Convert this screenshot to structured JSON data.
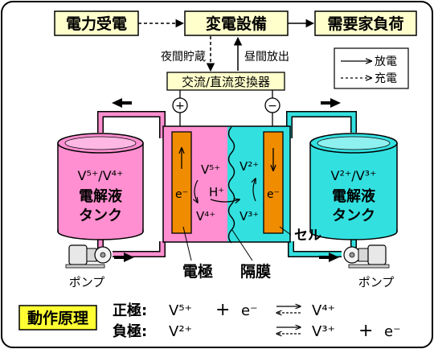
{
  "top_row": {
    "grid_power": "電力受電",
    "substation": "変電設備",
    "demand_load": "需要家負荷"
  },
  "arrows": {
    "night_storage": "夜間貯蔵",
    "day_discharge": "昼間放出"
  },
  "legend": {
    "discharge": "放電",
    "charge": "充電"
  },
  "converter": "交流/直流変換器",
  "terminals": {
    "positive": "+",
    "negative": "−"
  },
  "left_tank": {
    "ions": "V⁵⁺/V⁴⁺",
    "label_line1": "電解液",
    "label_line2": "タンク"
  },
  "right_tank": {
    "ions": "V²⁺/V³⁺",
    "label_line1": "電解液",
    "label_line2": "タンク"
  },
  "cell": {
    "left_top_ion": "V⁵⁺",
    "left_bottom_ion": "V⁴⁺",
    "right_top_ion": "V²⁺",
    "right_bottom_ion": "V³⁺",
    "proton": "H⁺",
    "electron_left": "e⁻",
    "electron_right": "e⁻",
    "cell_label": "セル"
  },
  "labels": {
    "pump_left": "ポンプ",
    "pump_right": "ポンプ",
    "electrode": "電極",
    "membrane": "隔膜"
  },
  "principle": {
    "title": "動作原理",
    "positive_label": "正極:",
    "positive_lhs": "V⁵⁺",
    "positive_plus": "+",
    "positive_e": "e⁻",
    "positive_rhs": "V⁴⁺",
    "negative_label": "負極:",
    "negative_lhs": "V²⁺",
    "negative_rhs": "V³⁺",
    "negative_plus": "+",
    "negative_e": "e⁻"
  },
  "colors": {
    "positive_electrolyte": "#ff8fd0",
    "negative_electrolyte": "#33e0e0",
    "electrode": "#f08c00",
    "box_fill": "#ffffcc",
    "title_fill": "#ffff33",
    "frame_bg": "#ffffff"
  }
}
